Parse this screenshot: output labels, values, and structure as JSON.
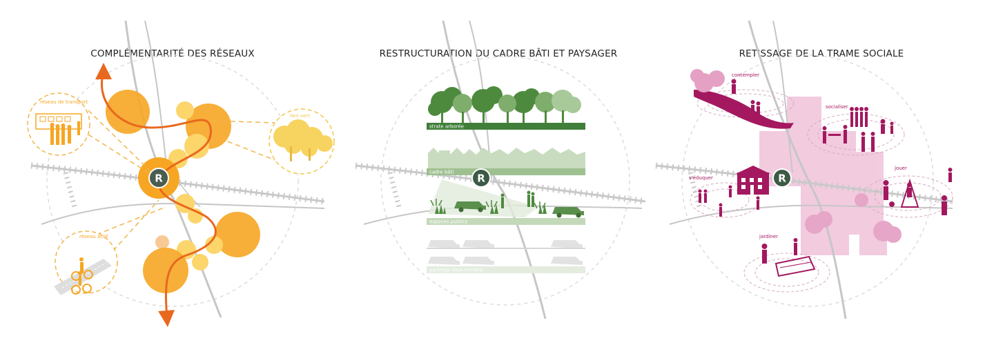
{
  "panels": [
    {
      "title": "COMPLÉMENTARITÉ DES RÉSEAUX",
      "labels": {
        "transport": "réseau de transport",
        "green": "lien vert",
        "soft": "réseau actif"
      },
      "station": "R",
      "colors": {
        "accent": "#f6a623",
        "route": "#e8681e",
        "light": "#fcd56b"
      }
    },
    {
      "title": "RESTRUCTURATION DU CADRE BÂTI ET PAYSAGER",
      "labels": {
        "trees": "strate arborée",
        "built": "cadre bâti",
        "public": "espaces publics",
        "parking": "parkings sous-terrains"
      },
      "station": "R",
      "colors": {
        "accent": "#3f7f3a",
        "light": "#bcd3b3"
      }
    },
    {
      "title": "RETISSAGE DE LA TRAME SOCIALE",
      "labels": {
        "contemplate": "contempler",
        "socialize": "socialiser",
        "educate": "s'éduquer",
        "play": "jouer",
        "garden": "jardiner"
      },
      "station": "R",
      "colors": {
        "accent": "#a3185f",
        "light": "#e6a6c8"
      }
    }
  ]
}
